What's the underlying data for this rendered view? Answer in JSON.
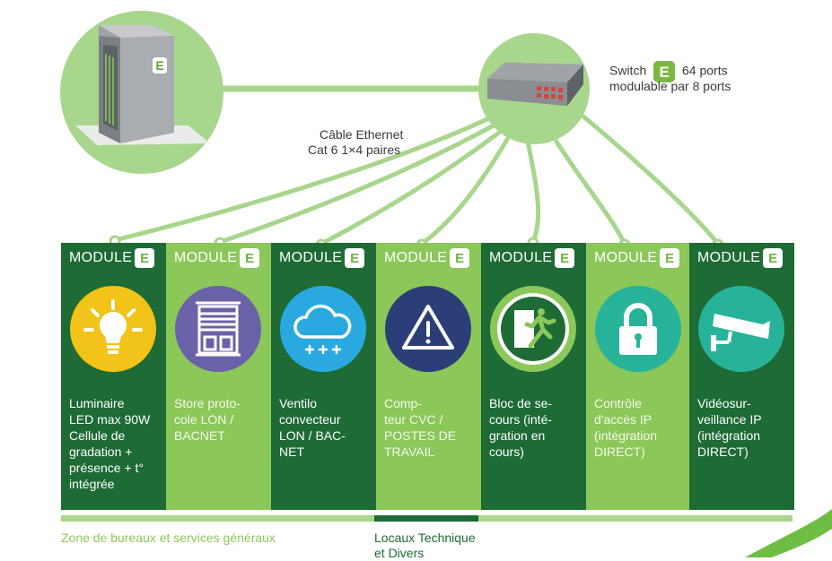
{
  "switch": {
    "label_prefix": "Switch",
    "logo_letter": "E",
    "label_suffix": "64 ports",
    "label_line2": "modulable par 8 ports"
  },
  "cable": {
    "line1": "Câble Ethernet",
    "line2": "Cat 6 1×4 paires"
  },
  "modules": [
    {
      "title": "MODULE",
      "logo": "E",
      "icon": "lightbulb-icon",
      "desc": [
        "Luminaire",
        "LED max 90W",
        "Cellule de",
        "gradation +",
        "présence + t°",
        "intégrée"
      ]
    },
    {
      "title": "MODULE",
      "logo": "E",
      "icon": "window-blind-icon",
      "desc": [
        "Store proto-",
        "cole LON /",
        "BACNET"
      ]
    },
    {
      "title": "MODULE",
      "logo": "E",
      "icon": "cloud-snow-icon",
      "desc": [
        "Ventilo",
        "convecteur",
        "LON / BAC-",
        "NET"
      ]
    },
    {
      "title": "MODULE",
      "logo": "E",
      "icon": "warning-icon",
      "desc": [
        "Comp-",
        "teur CVC /",
        "POSTES DE",
        "TRAVAIL"
      ]
    },
    {
      "title": "MODULE",
      "logo": "E",
      "icon": "emergency-exit-icon",
      "desc": [
        "Bloc de se-",
        "cours (inté-",
        "gration en",
        "cours)"
      ]
    },
    {
      "title": "MODULE",
      "logo": "E",
      "icon": "padlock-icon",
      "desc": [
        "Contrôle",
        "d'accès IP",
        "(intégration",
        "DIRECT)"
      ]
    },
    {
      "title": "MODULE",
      "logo": "E",
      "icon": "cctv-camera-icon",
      "desc": [
        "Vidéosur-",
        "veillance IP",
        "(intégration",
        "DIRECT)"
      ]
    }
  ],
  "zones": {
    "zone1": "Zone de bureaux et services généraux",
    "zone2_line1": "Locaux Technique",
    "zone2_line2": "et Divers"
  },
  "colors": {
    "dark_green": "#1e6b35",
    "light_green": "#8cc75a",
    "pale_green": "#a8d68c",
    "yellow": "#f2c318",
    "purple": "#6a62a8",
    "sky_blue": "#29a9e0",
    "navy": "#2c3e78",
    "teal": "#27b39a"
  }
}
